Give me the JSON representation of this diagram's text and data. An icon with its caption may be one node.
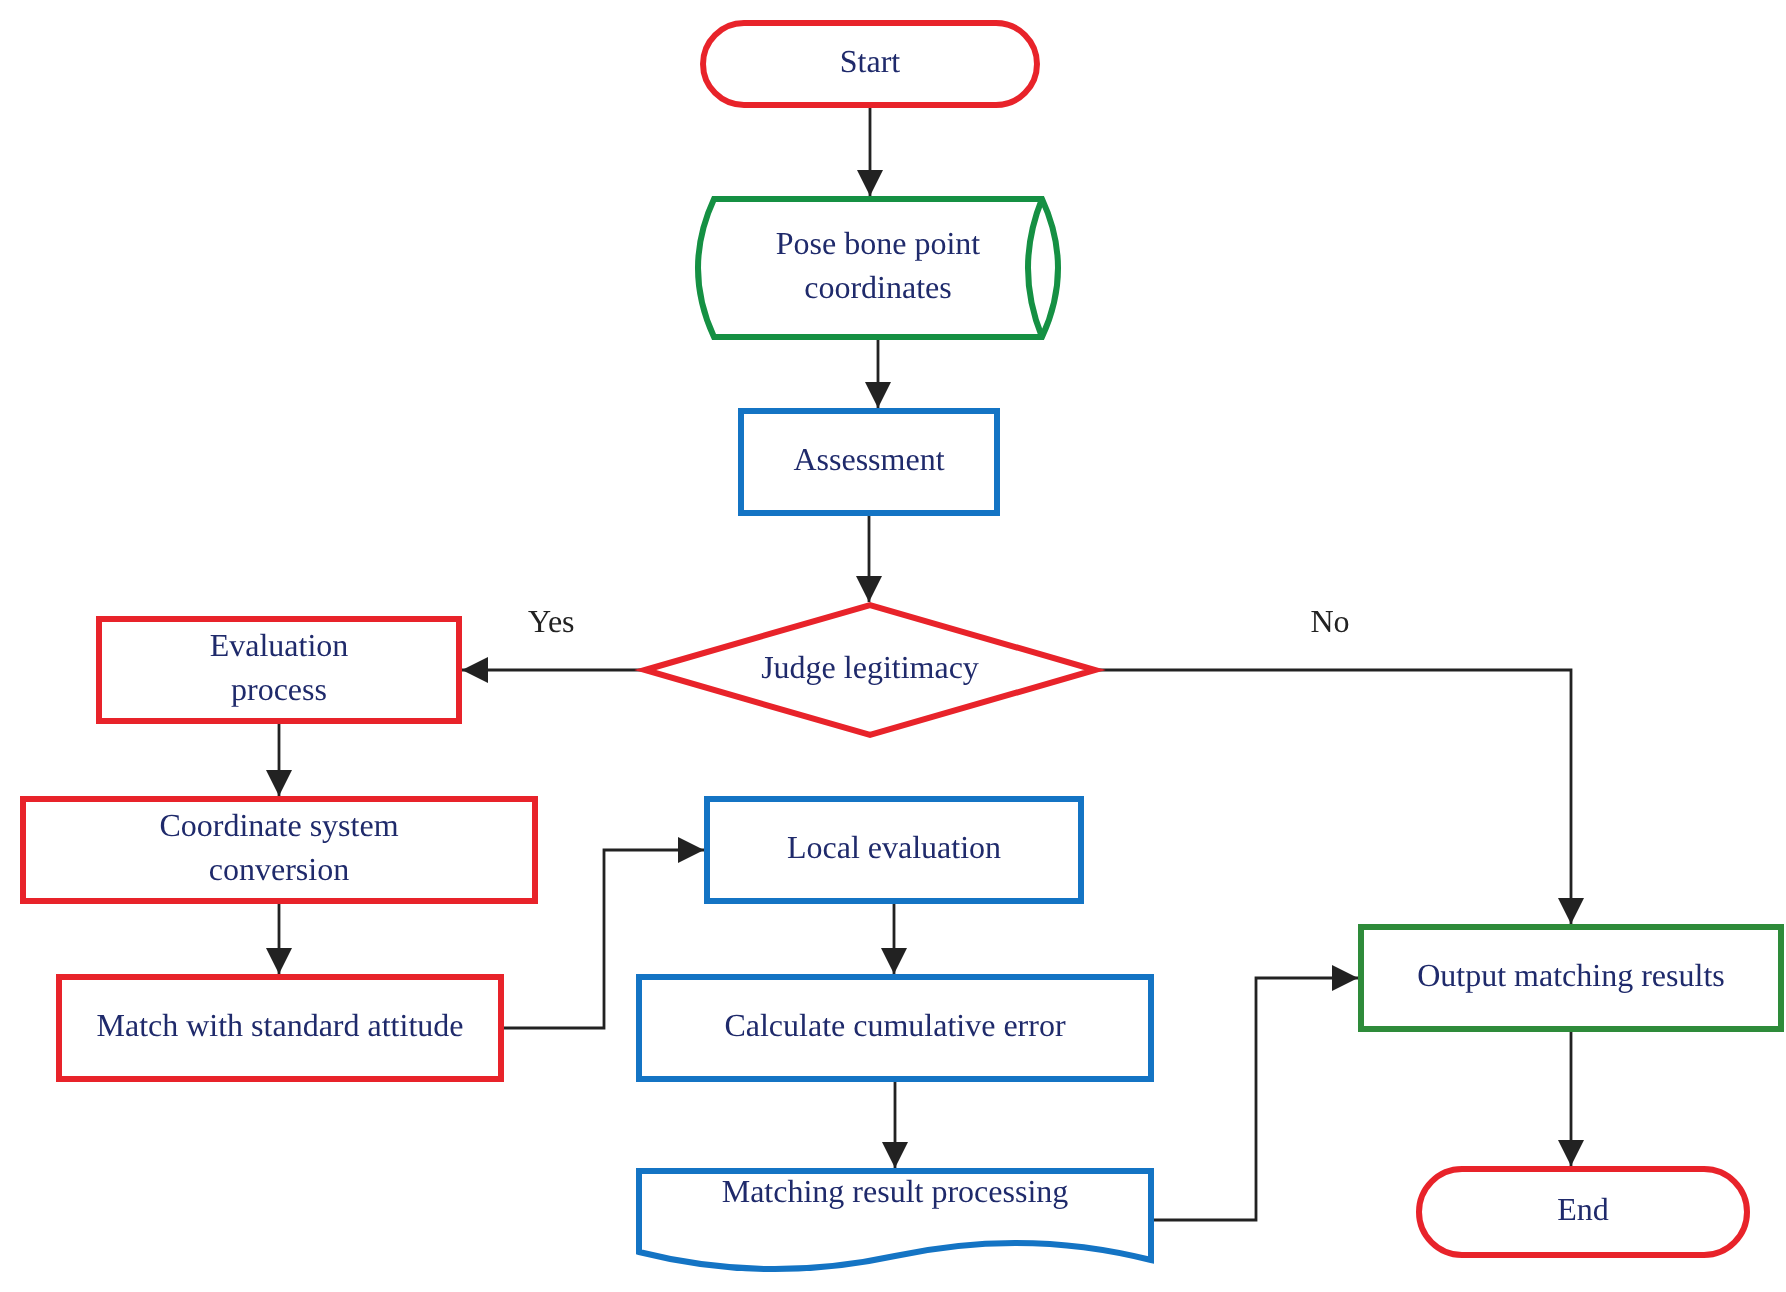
{
  "diagram": {
    "nodes": [
      {
        "text": [
          "Start"
        ]
      },
      {
        "text": [
          "Pose bone point coordinates"
        ]
      },
      {
        "text": [
          "Assessment"
        ]
      },
      {
        "text": [
          "Judge legitimacy"
        ]
      },
      {
        "text": [
          "Evaluation process"
        ]
      },
      {
        "text": [
          "Coordinate system conversion"
        ]
      },
      {
        "text": [
          "Match with standard attitude"
        ]
      },
      {
        "text": [
          "Local evaluation"
        ]
      },
      {
        "text": [
          "Calculate cumulative error"
        ]
      },
      {
        "text": [
          "Matching result processing"
        ]
      },
      {
        "text": [
          "Output matching results"
        ]
      },
      {
        "text": [
          "End"
        ]
      }
    ],
    "edges": [
      {
        "from": 0,
        "to": 1,
        "arrow": "to"
      },
      {
        "from": 1,
        "to": 2,
        "arrow": "to"
      },
      {
        "from": 2,
        "to": 3,
        "arrow": "to"
      },
      {
        "from": 3,
        "to": 4,
        "arrow": "to",
        "label": "Yes"
      },
      {
        "from": 3,
        "to": 10,
        "arrow": "to",
        "label": "No"
      },
      {
        "from": 4,
        "to": 5,
        "arrow": "to"
      },
      {
        "from": 5,
        "to": 6,
        "arrow": "to"
      },
      {
        "from": 6,
        "to": 7,
        "arrow": "to"
      },
      {
        "from": 7,
        "to": 8,
        "arrow": "to"
      },
      {
        "from": 8,
        "to": 9,
        "arrow": "to"
      },
      {
        "from": 9,
        "to": 10,
        "arrow": "to"
      },
      {
        "from": 10,
        "to": 11,
        "arrow": "to"
      }
    ]
  }
}
